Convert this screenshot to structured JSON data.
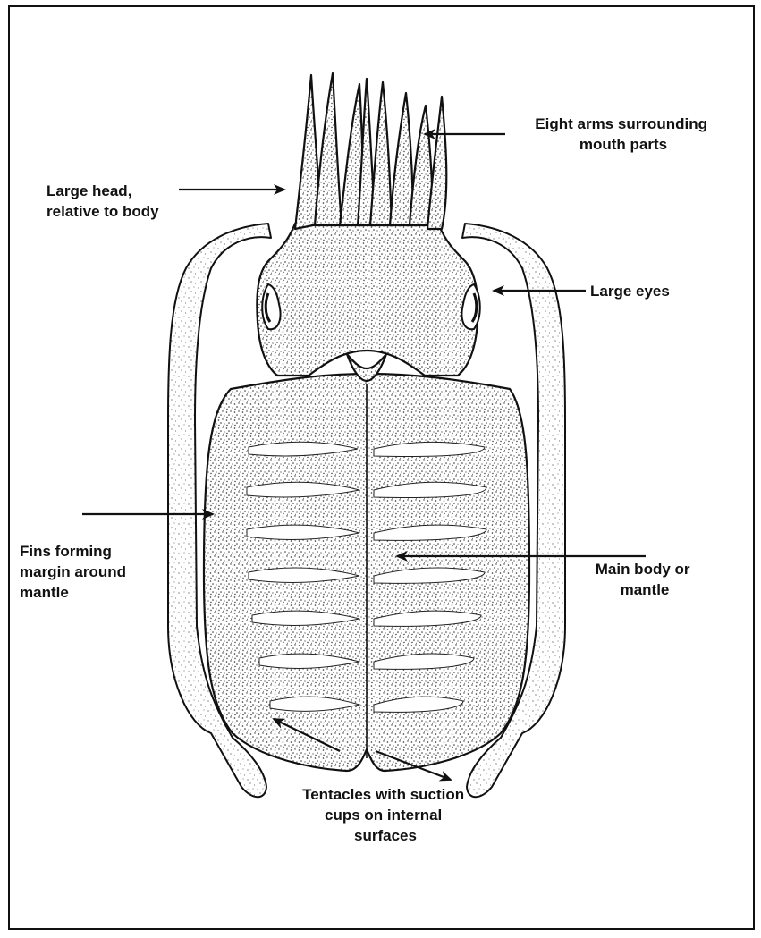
{
  "labels": {
    "arms": [
      "Eight arms surrounding",
      "mouth parts"
    ],
    "head": [
      "Large head,",
      "relative to body"
    ],
    "eyes": [
      "Large eyes"
    ],
    "fins": [
      "Fins forming",
      "margin around",
      "mantle"
    ],
    "mantle": [
      "Main body or",
      "mantle"
    ],
    "tentacles": [
      "Tentacles with suction",
      "cups on internal",
      "surfaces"
    ]
  },
  "colors": {
    "ink": "#111111",
    "paper": "#ffffff"
  }
}
